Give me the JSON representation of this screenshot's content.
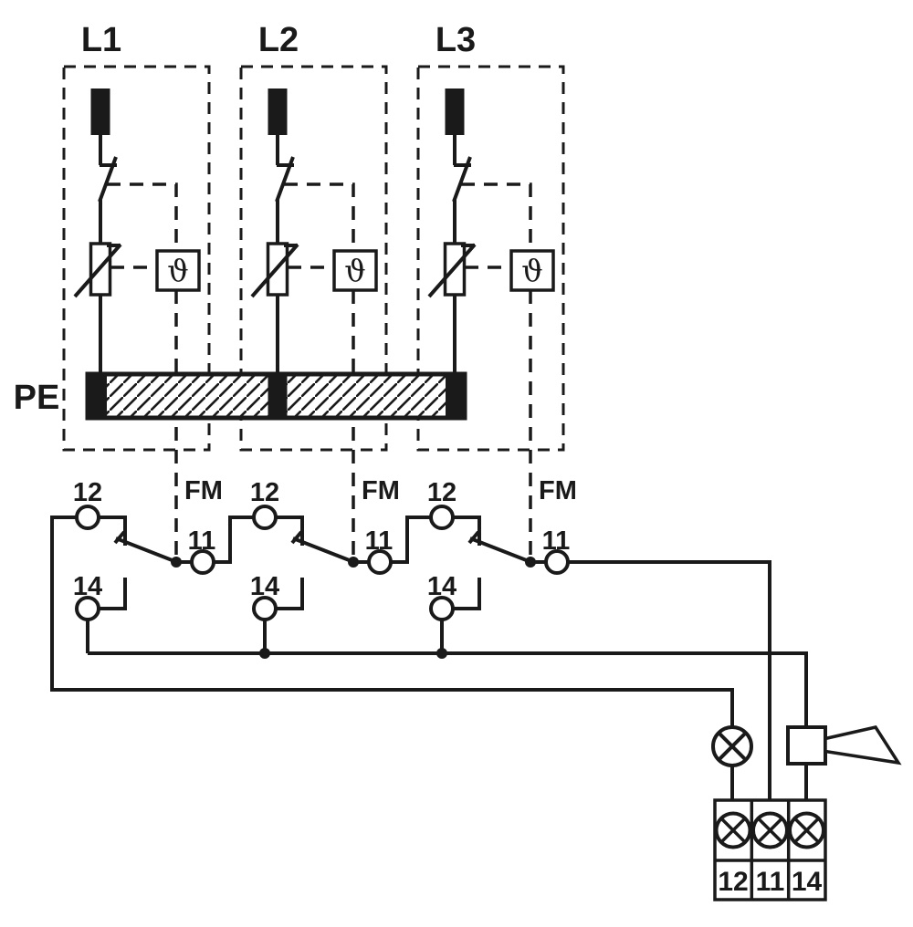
{
  "diagram_kind": "surge-protection-circuit-diagram",
  "phases": [
    {
      "label": "L1",
      "fm": "FM",
      "theta": "ϑ",
      "nc": "12",
      "common": "11",
      "no": "14"
    },
    {
      "label": "L2",
      "fm": "FM",
      "theta": "ϑ",
      "nc": "12",
      "common": "11",
      "no": "14"
    },
    {
      "label": "L3",
      "fm": "FM",
      "theta": "ϑ",
      "nc": "12",
      "common": "11",
      "no": "14"
    }
  ],
  "pe_label": "PE",
  "terminal_block": {
    "labels": [
      "12",
      "11",
      "14"
    ]
  },
  "colors": {
    "line": "#1a1a1a",
    "background": "#ffffff"
  }
}
